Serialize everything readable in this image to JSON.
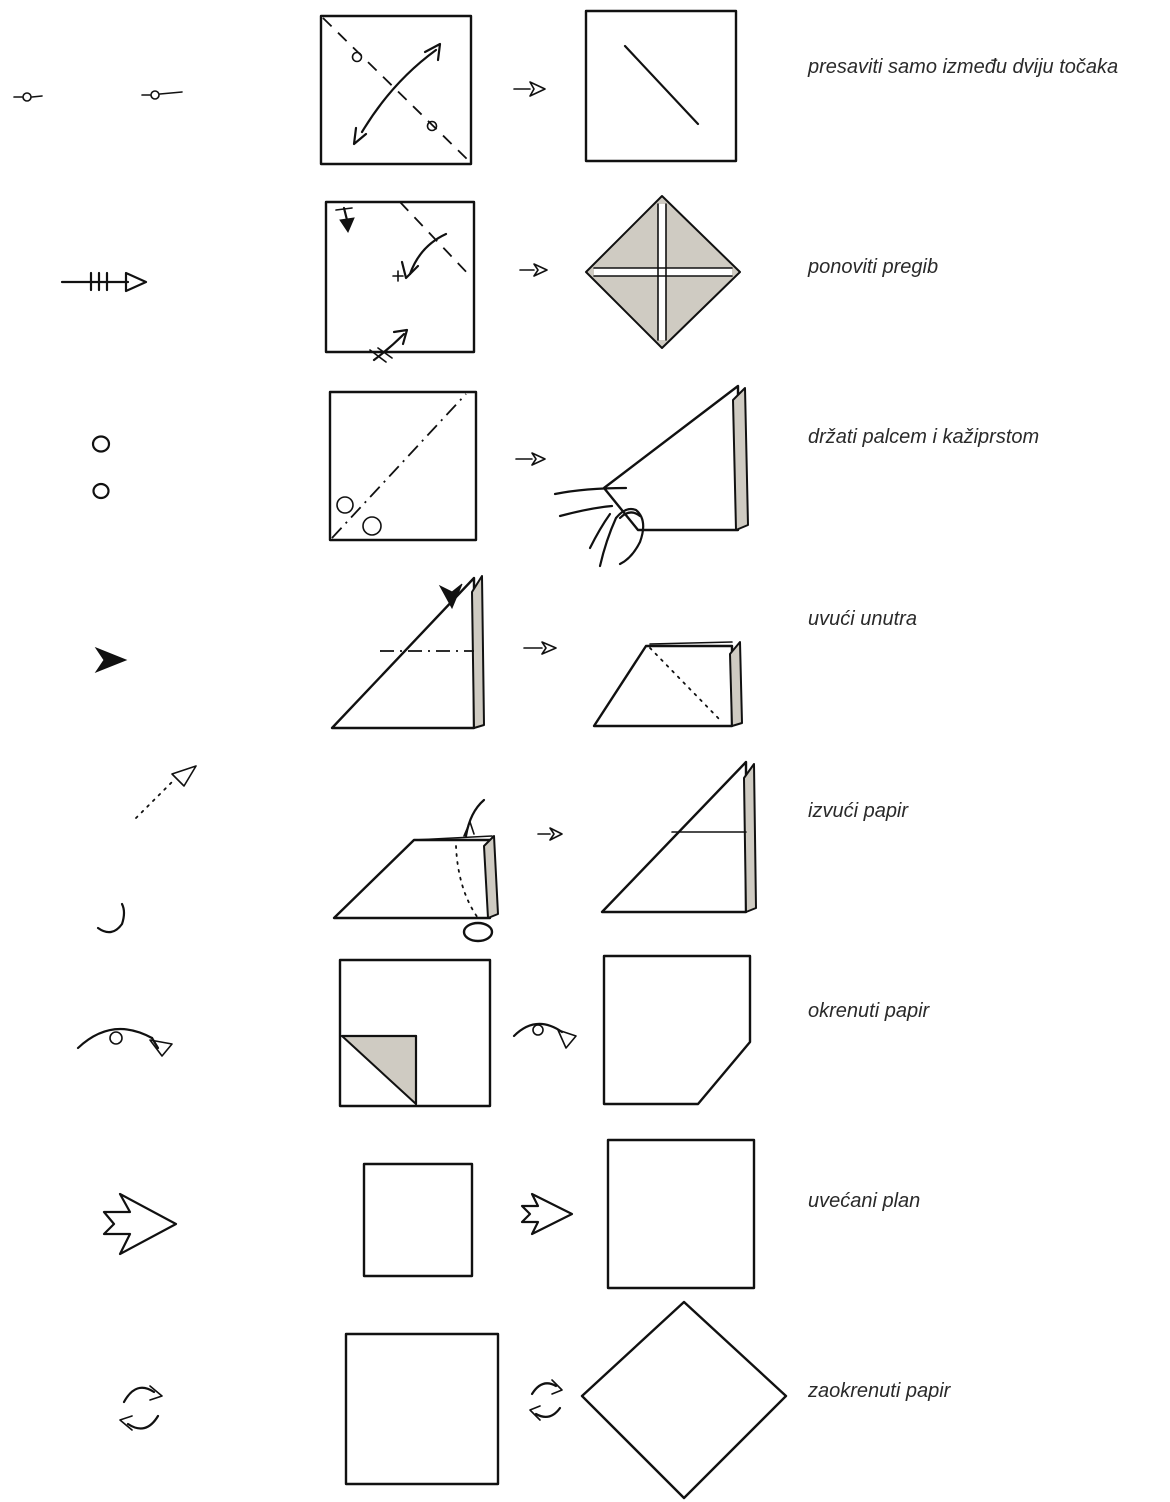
{
  "rows": [
    {
      "symbol_icon": "fold-between-points-icon",
      "caption": "presaviti samo između dviju točaka"
    },
    {
      "symbol_icon": "repeat-fold-arrow-icon",
      "caption": "ponoviti pregib"
    },
    {
      "symbol_icon": "hold-thumb-finger-icon",
      "caption": "držati palcem i kažiprstom"
    },
    {
      "symbol_icon": "push-in-arrow-icon",
      "caption": "uvući unutra"
    },
    {
      "symbol_icon": "pull-out-arrow-icon",
      "caption": "izvući papir"
    },
    {
      "symbol_icon": "turn-over-icon",
      "caption": "okrenuti papir"
    },
    {
      "symbol_icon": "enlarged-view-arrow-icon",
      "caption": "uvećani plan"
    },
    {
      "symbol_icon": "rotate-paper-icon",
      "caption": "zaokrenuti papir"
    }
  ],
  "colors": {
    "ink": "#111111",
    "paper_shade": "#cfcbc2",
    "background": "#ffffff"
  }
}
